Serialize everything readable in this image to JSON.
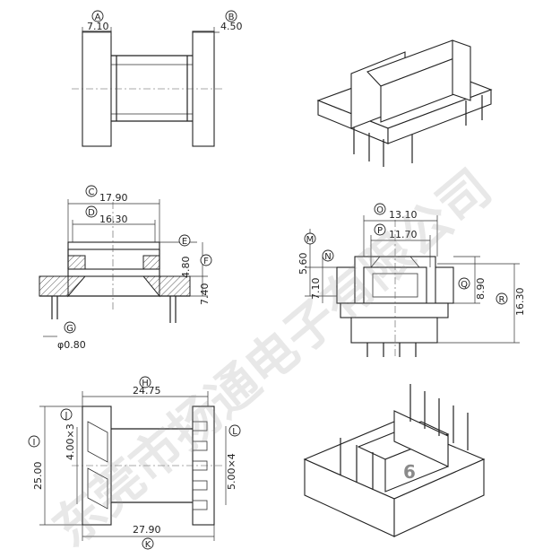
{
  "dimensions": {
    "A": {
      "letter": "A",
      "value": "7.10"
    },
    "B": {
      "letter": "B",
      "value": "4.50"
    },
    "C": {
      "letter": "C",
      "value": "17.90"
    },
    "D": {
      "letter": "D",
      "value": "16.30"
    },
    "E": {
      "letter": "E",
      "value": "4.80"
    },
    "F": {
      "letter": "F",
      "value": "7.40"
    },
    "G": {
      "letter": "G",
      "value": "φ0.80"
    },
    "H": {
      "letter": "H",
      "value": "24.75"
    },
    "I": {
      "letter": "I",
      "value": "25.00"
    },
    "J": {
      "letter": "J",
      "value": "4.00×3"
    },
    "K": {
      "letter": "K",
      "value": "27.90"
    },
    "L": {
      "letter": "L",
      "value": "5.00×4"
    },
    "M": {
      "letter": "M",
      "value": "5.60"
    },
    "N": {
      "letter": "N",
      "value": "7.10"
    },
    "O": {
      "letter": "O",
      "value": "13.10"
    },
    "P": {
      "letter": "P",
      "value": "11.70"
    },
    "Q": {
      "letter": "Q",
      "value": "8.90"
    },
    "R": {
      "letter": "R",
      "value": "16.30"
    }
  },
  "watermark": "东莞市扬通电子有限公司",
  "badge": "6",
  "colors": {
    "line": "#222222",
    "watermark": "#969696"
  }
}
